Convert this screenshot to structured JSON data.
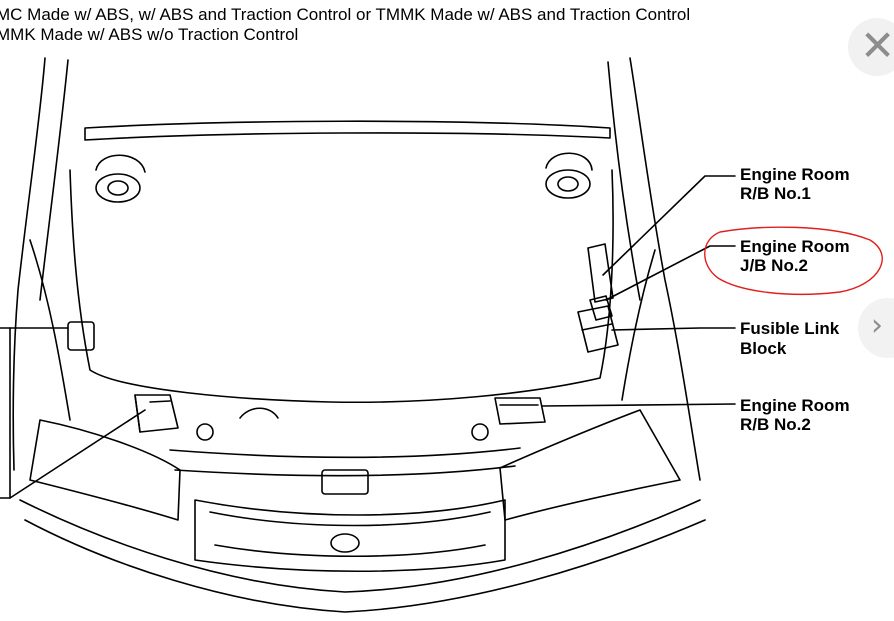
{
  "captions": {
    "line1": "MC Made w/ ABS, w/ ABS and Traction Control or TMMK Made w/ ABS and Traction Control",
    "line2": "MMK Made w/ ABS w/o Traction Control"
  },
  "labels": {
    "rb1_line1": "Engine Room",
    "rb1_line2": "R/B No.1",
    "jb2_line1": "Engine Room",
    "jb2_line2": "J/B No.2",
    "fusible_line1": "Fusible Link",
    "fusible_line2": "Block",
    "rb2_line1": "Engine Room",
    "rb2_line2": "R/B No.2"
  },
  "annotation": {
    "highlight_color": "#e02020",
    "highlighted": "Engine Room J/B No.2"
  },
  "controls": {
    "close_icon": "close-icon",
    "next_icon": "chevron-right-icon",
    "close_glyph": "✕",
    "next_glyph": "›"
  }
}
